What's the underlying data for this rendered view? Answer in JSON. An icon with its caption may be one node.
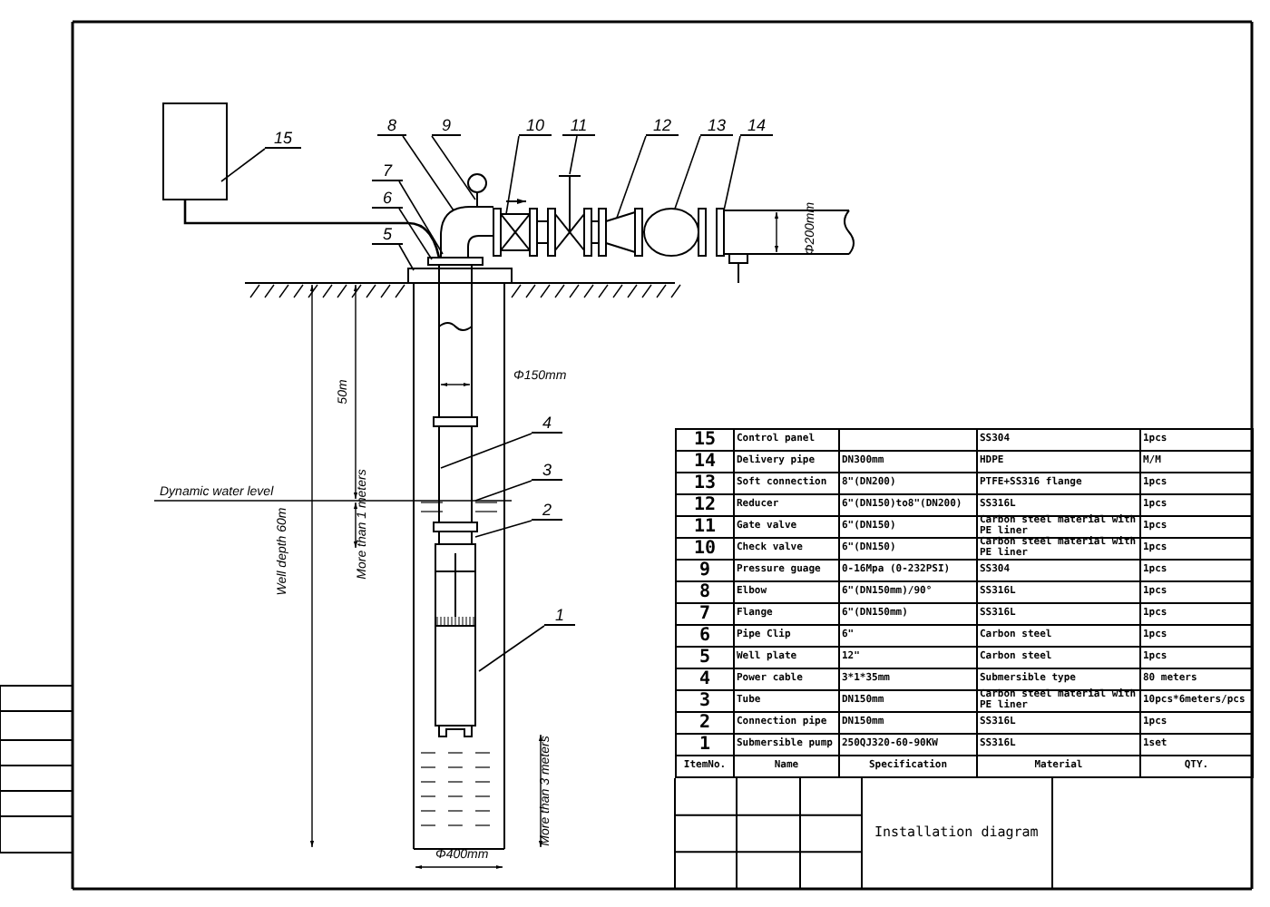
{
  "diagram": {
    "nodes": [
      {
        "text": [
          "1"
        ]
      },
      {
        "text": [
          "2"
        ]
      },
      {
        "text": [
          "3"
        ]
      },
      {
        "text": [
          "4"
        ]
      },
      {
        "text": [
          "5"
        ]
      },
      {
        "text": [
          "6"
        ]
      },
      {
        "text": [
          "7"
        ]
      },
      {
        "text": [
          "8"
        ]
      },
      {
        "text": [
          "9"
        ]
      },
      {
        "text": [
          "10"
        ]
      },
      {
        "text": [
          "11"
        ]
      },
      {
        "text": [
          "12"
        ]
      },
      {
        "text": [
          "13"
        ]
      },
      {
        "text": [
          "14"
        ]
      },
      {
        "text": [
          "15"
        ]
      }
    ],
    "edges": [
      {
        "from": 0,
        "to": null,
        "arrow": "none"
      },
      {
        "from": 1,
        "to": null,
        "arrow": "none"
      },
      {
        "from": 2,
        "to": null,
        "arrow": "none"
      },
      {
        "from": 3,
        "to": null,
        "arrow": "none"
      },
      {
        "from": 4,
        "to": null,
        "arrow": "none"
      },
      {
        "from": 5,
        "to": null,
        "arrow": "none"
      },
      {
        "from": 6,
        "to": null,
        "arrow": "none"
      },
      {
        "from": 7,
        "to": null,
        "arrow": "none"
      },
      {
        "from": 8,
        "to": null,
        "arrow": "none"
      },
      {
        "from": 9,
        "to": null,
        "arrow": "none"
      },
      {
        "from": 10,
        "to": null,
        "arrow": "none"
      },
      {
        "from": 11,
        "to": null,
        "arrow": "none"
      },
      {
        "from": 12,
        "to": null,
        "arrow": "none"
      },
      {
        "from": 13,
        "to": null,
        "arrow": "none"
      },
      {
        "from": 14,
        "to": null,
        "arrow": "none"
      }
    ],
    "labels": [
      "Φ200mm",
      "Φ150mm",
      "50m",
      "Dynamic water level",
      "Well depth 60m",
      "More than 1 meters",
      "More than 3 meters",
      "Φ400mm",
      "15",
      "Control panel",
      "SS304",
      "1pcs",
      "14",
      "Delivery pipe",
      "DN300mm",
      "HDPE",
      "M/M",
      "13",
      "Soft connection",
      "8\"(DN200)",
      "PTFE+SS316 flange",
      "1pcs",
      "12",
      "Reducer",
      "6\"(DN150)to8\"(DN200)",
      "SS316L",
      "1pcs",
      "11",
      "Gate valve",
      "6\"(DN150)",
      "Carbon steel material with PE liner",
      "1pcs",
      "10",
      "Check valve",
      "6\"(DN150)",
      "Carbon steel material with PE liner",
      "1pcs",
      "9",
      "Pressure guage",
      "0-16Mpa (0-232PSI)",
      "SS304",
      "1pcs",
      "8",
      "Elbow",
      "6\"(DN150mm)/90°",
      "SS316L",
      "1pcs",
      "7",
      "Flange",
      "6\"(DN150mm)",
      "SS316L",
      "1pcs",
      "6",
      "Pipe Clip",
      "6\"",
      "Carbon steel",
      "1pcs",
      "5",
      "Well plate",
      "12\"",
      "Carbon steel",
      "1pcs",
      "4",
      "Power cable",
      "3*1*35mm",
      "Submersible type",
      "80 meters",
      "3",
      "Tube",
      "DN150mm",
      "Carbon steel material with PE liner",
      "10pcs*6meters/pcs",
      "2",
      "Connection pipe",
      "DN150mm",
      "SS316L",
      "1pcs",
      "1",
      "Submersible pump",
      "250QJ320-60-90KW",
      "SS316L",
      "1set",
      "ItemNo.",
      "Name",
      "Specification",
      "Material",
      "QTY.",
      "Installation diagram"
    ]
  }
}
